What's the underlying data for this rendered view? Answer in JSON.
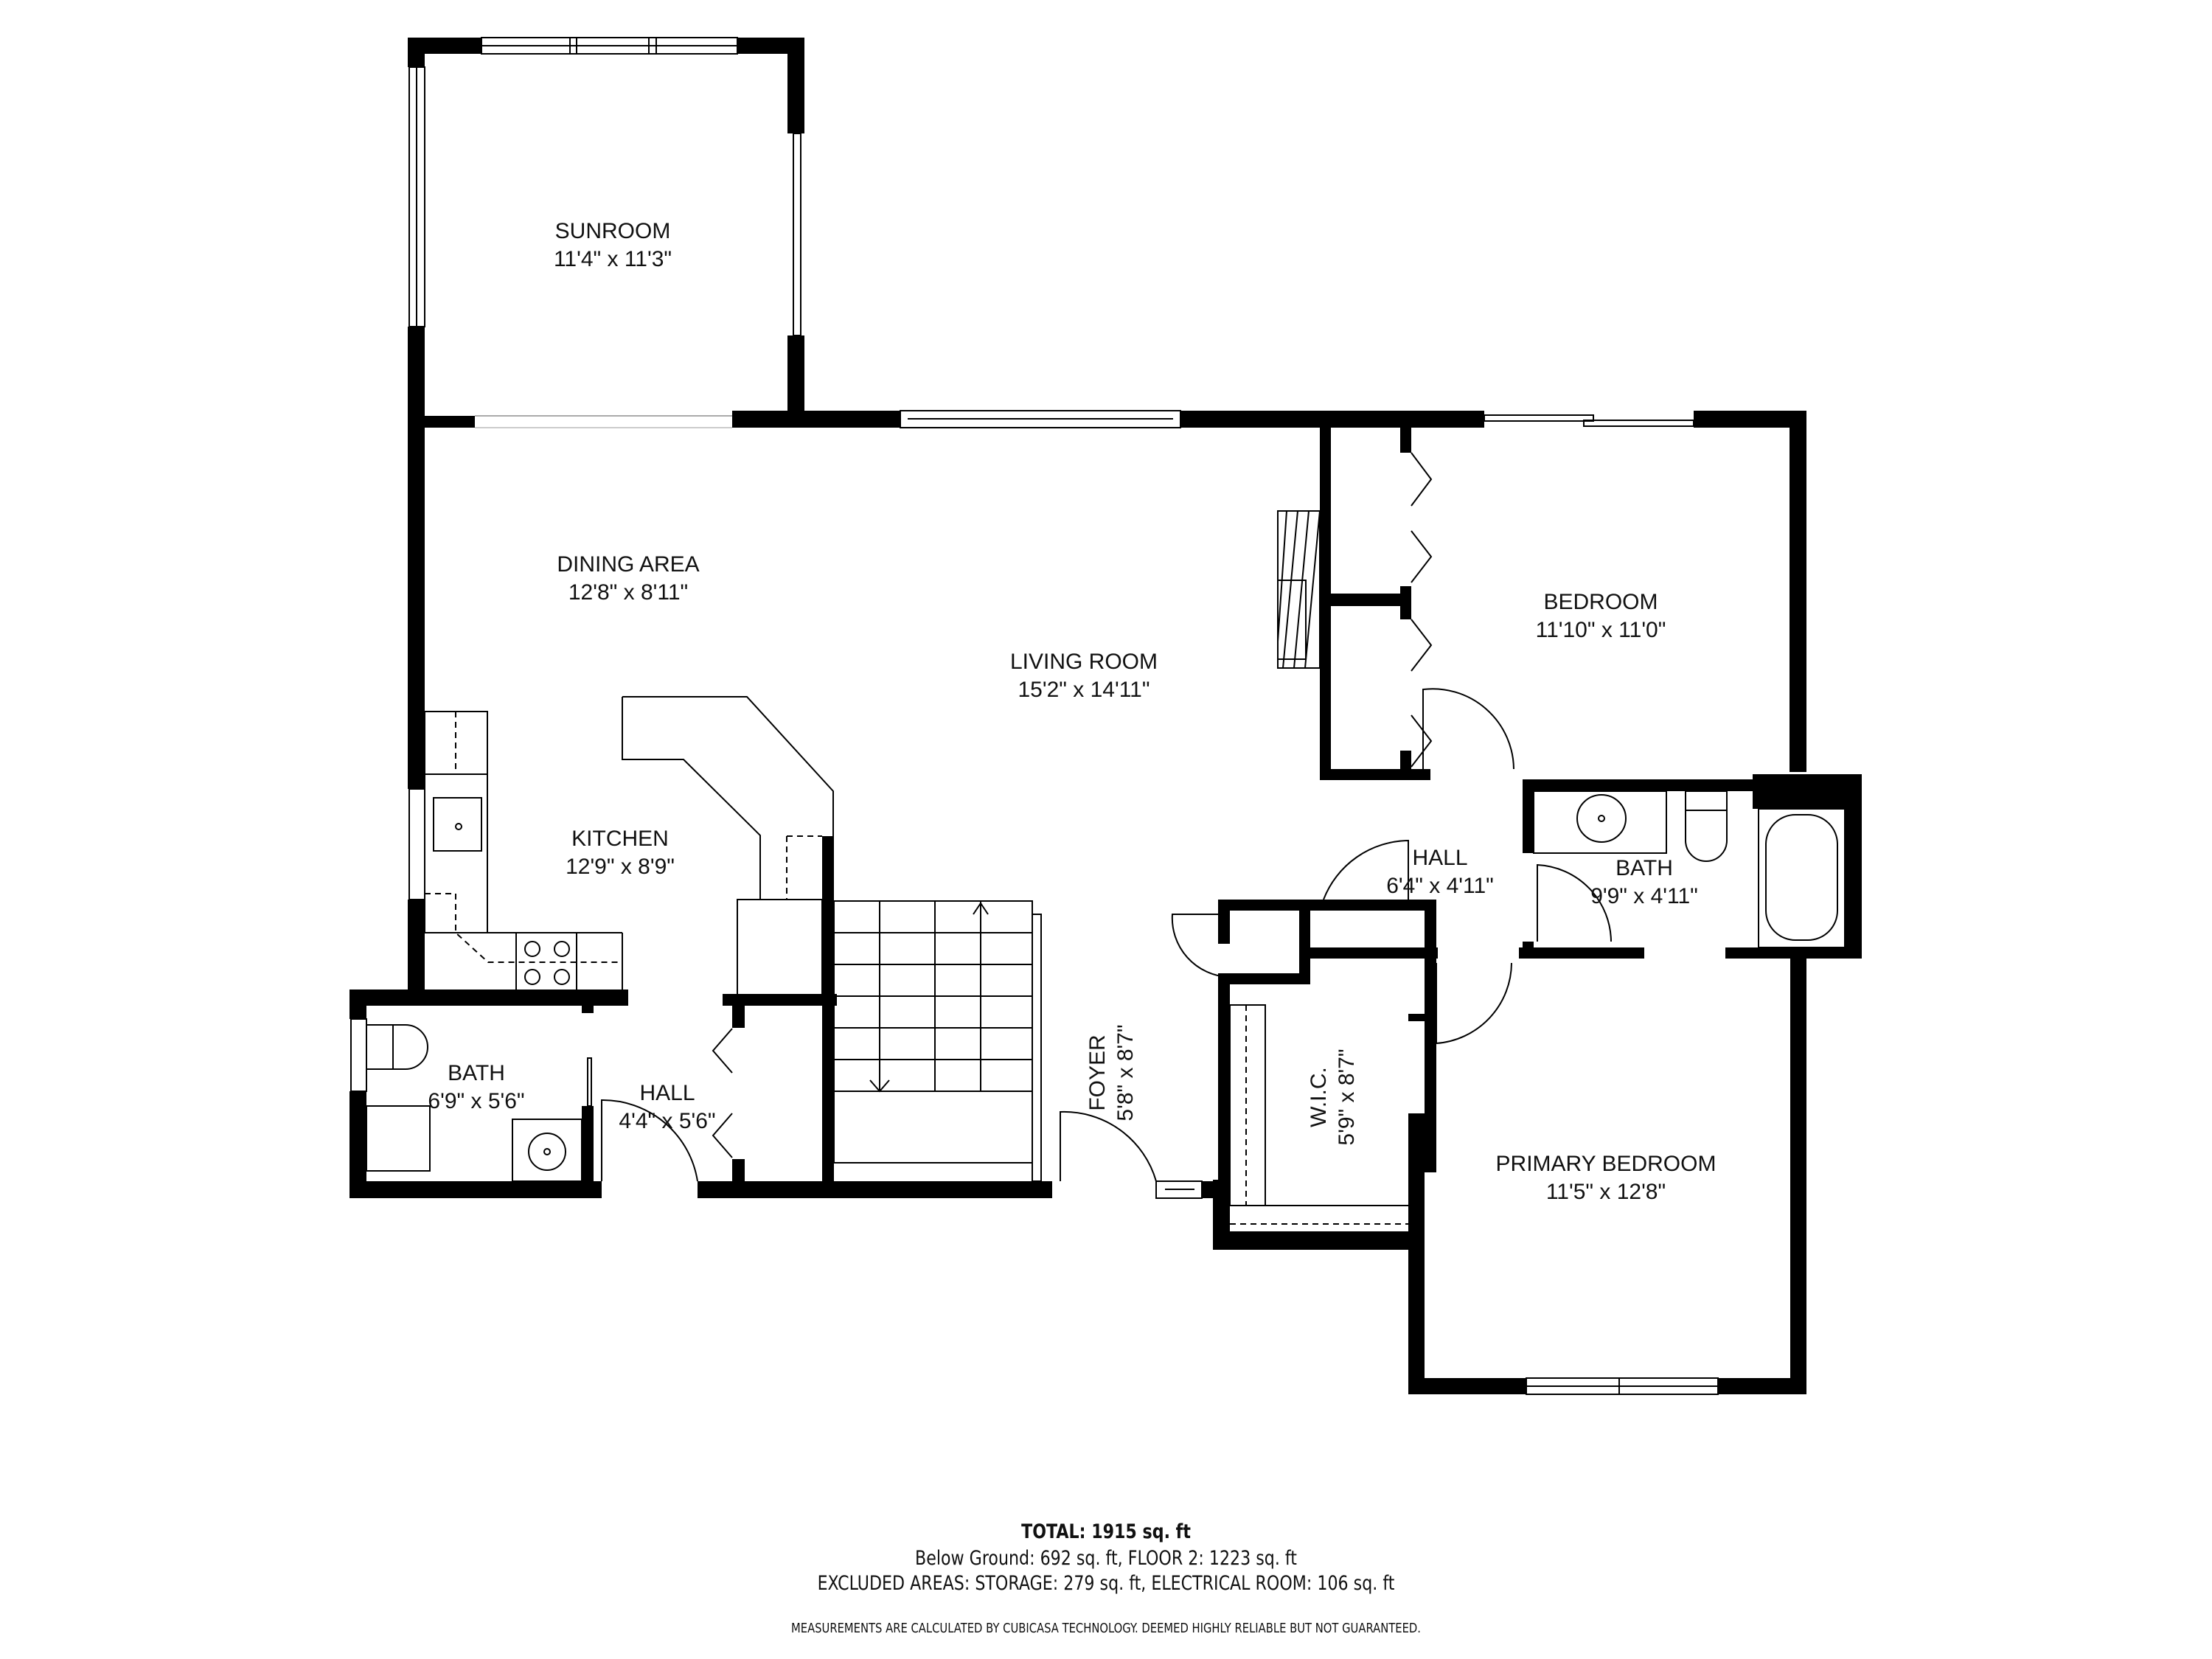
{
  "floor_plan": {
    "rooms": [
      {
        "name": "SUNROOM",
        "dims": "11'4\" x 11'3\""
      },
      {
        "name": "DINING AREA",
        "dims": "12'8\" x 8'11\""
      },
      {
        "name": "LIVING ROOM",
        "dims": "15'2\" x 14'11\""
      },
      {
        "name": "KITCHEN",
        "dims": "12'9\" x 8'9\""
      },
      {
        "name": "BEDROOM",
        "dims": "11'10\" x 11'0\""
      },
      {
        "name": "HALL",
        "dims": "6'4\" x 4'11\""
      },
      {
        "name": "BATH",
        "dims": "9'9\" x 4'11\""
      },
      {
        "name": "BATH",
        "dims": "6'9\" x 5'6\""
      },
      {
        "name": "HALL",
        "dims": "4'4\" x 5'6\""
      },
      {
        "name": "FOYER",
        "dims": "5'8\" x 8'7\""
      },
      {
        "name": "W.I.C.",
        "dims": "5'9\" x 8'7\""
      },
      {
        "name": "PRIMARY BEDROOM",
        "dims": "11'5\" x 12'8\""
      }
    ],
    "wall_color": "#000000",
    "background_color": "#ffffff"
  },
  "summary": {
    "total": "TOTAL: 1915 sq. ft",
    "floors": "Below Ground: 692 sq. ft, FLOOR 2: 1223 sq. ft",
    "excluded": "EXCLUDED AREAS: STORAGE: 279 sq. ft, ELECTRICAL ROOM: 106 sq. ft",
    "disclaimer": "MEASUREMENTS ARE CALCULATED BY CUBICASA TECHNOLOGY. DEEMED HIGHLY RELIABLE BUT NOT GUARANTEED."
  }
}
